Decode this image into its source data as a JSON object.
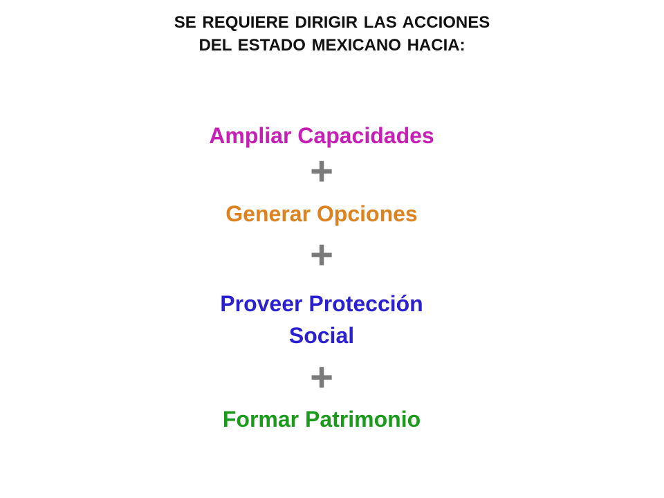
{
  "title": {
    "line1": "SE REQUIERE  DIRIGIR  LAS ACCIONES",
    "line2": "DEL ESTADO MEXICANO HACIA:"
  },
  "items": [
    {
      "text": "Ampliar Capacidades",
      "color": "#c71fb5"
    },
    {
      "text": "Generar Opciones",
      "color": "#dd8220"
    },
    {
      "line1": "Proveer Protección",
      "line2": "Social",
      "color": "#2a1fd1"
    },
    {
      "text": "Formar Patrimonio",
      "color": "#1c9a1c"
    }
  ],
  "operator": {
    "symbol": "+",
    "color": "#7a7a7a"
  }
}
